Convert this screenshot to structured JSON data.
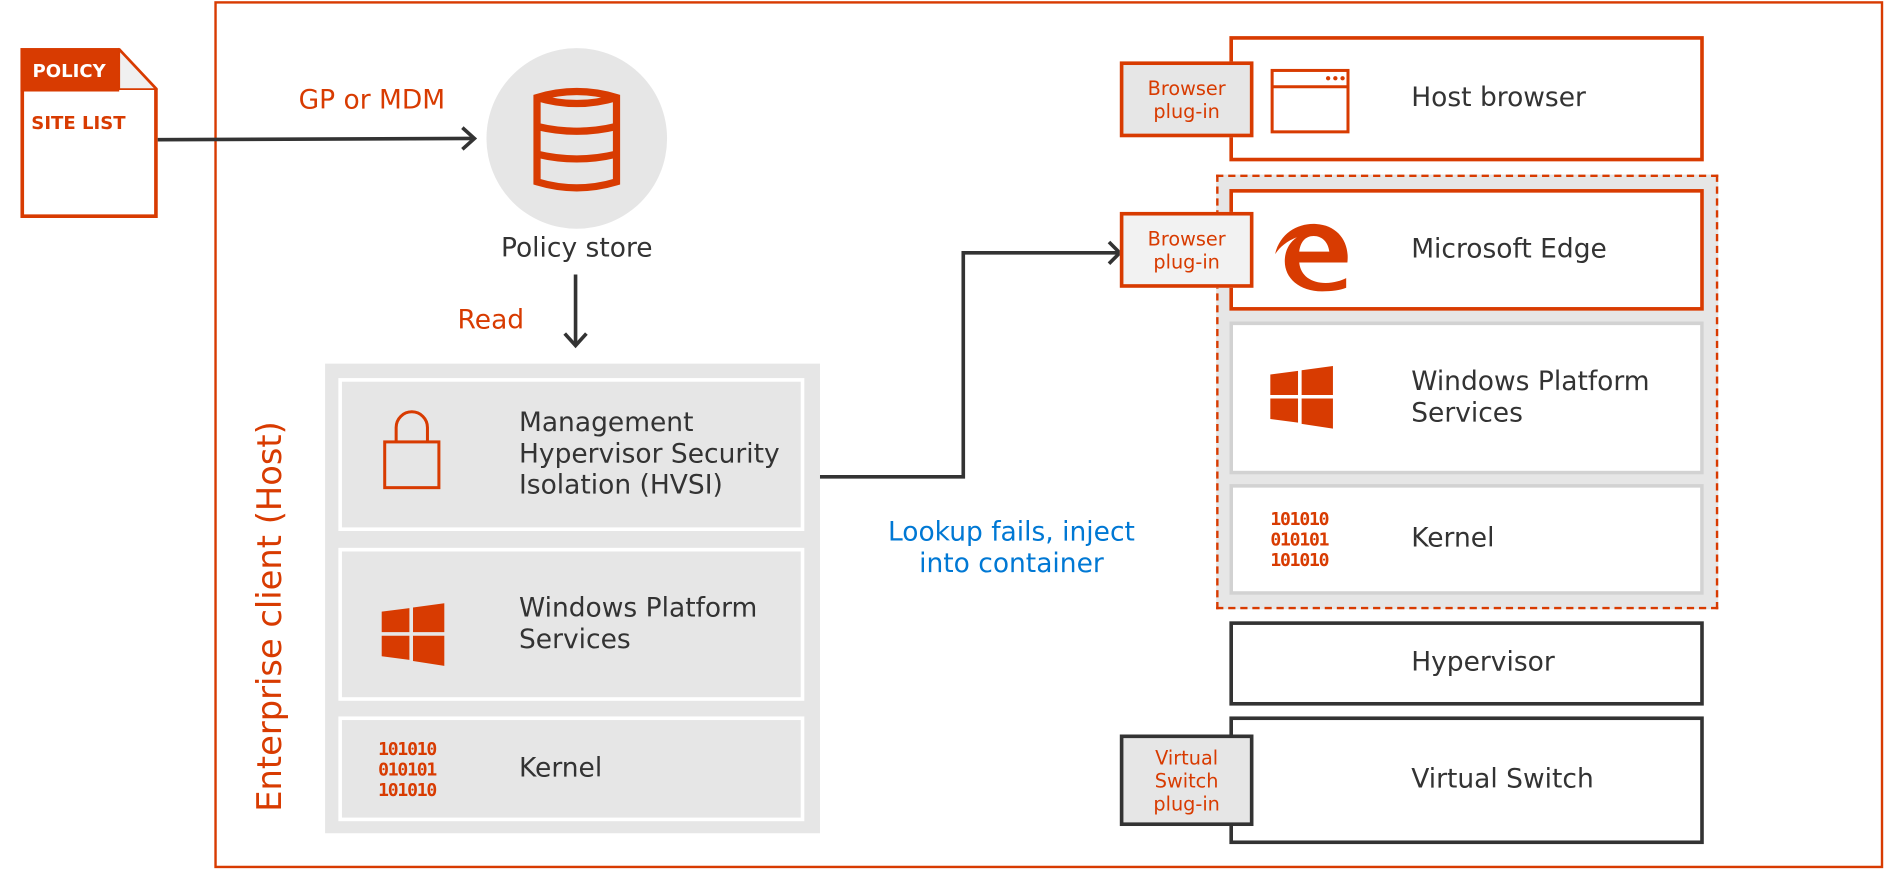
{
  "policy_doc": {
    "title": "POLICY",
    "subtitle": "SITE LIST"
  },
  "labels": {
    "gp_or_mdm": "GP or MDM",
    "policy_store": "Policy store",
    "read": "Read",
    "enterprise_client": "Enterprise client (Host)",
    "lookup_fails": "Lookup fails, inject\ninto container"
  },
  "host_stack": [
    {
      "icon": "lock-icon",
      "label": "Management\nHypervisor Security\nIsolation (HVSI)"
    },
    {
      "icon": "windows-logo-icon",
      "label": "Windows Platform\nServices"
    },
    {
      "icon": "binary-code-icon",
      "label": "Kernel"
    }
  ],
  "binary_glyph": "101010\n010101\n101010",
  "right_stack": {
    "host_browser": {
      "label": "Host browser",
      "plugin": "Browser\nplug-in",
      "icon": "browser-window-icon"
    },
    "edge": {
      "label": "Microsoft Edge",
      "plugin": "Browser\nplug-in",
      "icon": "edge-logo-icon"
    },
    "windows_platform": {
      "label": "Windows Platform\nServices",
      "icon": "windows-logo-icon"
    },
    "kernel": {
      "label": "Kernel",
      "icon": "binary-code-icon"
    },
    "hypervisor": {
      "label": "Hypervisor"
    },
    "virtual_switch": {
      "label": "Virtual Switch",
      "plugin": "Virtual\nSwitch\nplug-in"
    }
  },
  "colors": {
    "accent": "#d83b01",
    "link": "#0078d4",
    "text": "#333333",
    "panel": "#e6e6e6"
  }
}
